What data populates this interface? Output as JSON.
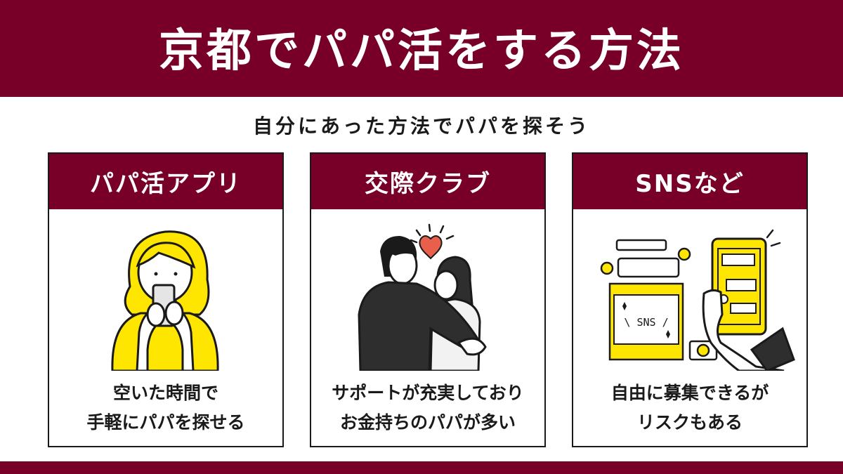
{
  "header": {
    "title": "京都でパパ活をする方法"
  },
  "subtitle": "自分にあった方法でパパを探そう",
  "cards": [
    {
      "title": "パパ活アプリ",
      "desc": [
        "空いた時間で",
        "手軽にパパを探せる"
      ],
      "illustration": "woman-with-smartphone"
    },
    {
      "title": "交際クラブ",
      "desc": [
        "サポートが充実しており",
        "お金持ちのパパが多い"
      ],
      "illustration": "couple-hugging-with-heart"
    },
    {
      "title": "SNSなど",
      "desc": [
        "自由に募集できるが",
        "リスクもある"
      ],
      "illustration": "sns-phone-and-chat",
      "screen_text": "\\ SNS /"
    }
  ],
  "colors": {
    "brand": "#780028",
    "accent_yellow": "#FFE600",
    "text": "#1a1a1a",
    "heart": "#E8604C"
  }
}
